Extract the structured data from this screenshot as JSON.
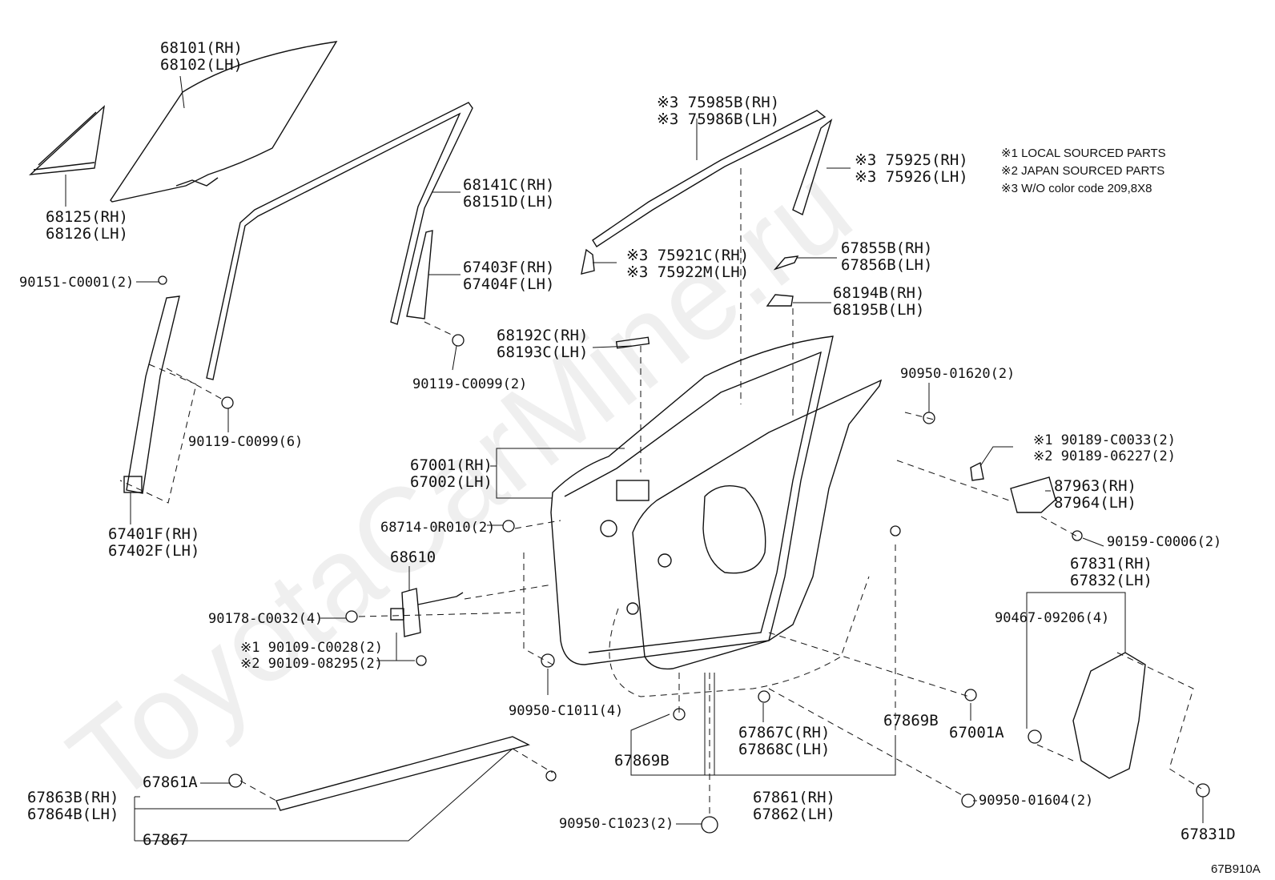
{
  "watermark": "ToyotaCarMine.ru",
  "diagram_code": "67B910A",
  "notes": [
    "※1 LOCAL SOURCED PARTS",
    "※2 JAPAN SOURCED PARTS",
    "※3 W/O color code 209,8X8"
  ],
  "labels": {
    "p68101": "68101(RH)",
    "p68102": "68102(LH)",
    "p68125": "68125(RH)",
    "p68126": "68126(LH)",
    "p90151": "90151-C0001(2)",
    "p68141": "68141C(RH)",
    "p68151": "68151D(LH)",
    "p67403": "67403F(RH)",
    "p67404": "67404F(LH)",
    "p90119a": "90119-C0099(2)",
    "p90119b": "90119-C0099(6)",
    "p67401": "67401F(RH)",
    "p67402": "67402F(LH)",
    "p75985": "※3 75985B(RH)",
    "p75986": "※3 75986B(LH)",
    "p75925": "※3 75925(RH)",
    "p75926": "※3 75926(LH)",
    "p75921": "※3 75921C(RH)",
    "p75922": "※3 75922M(LH)",
    "p67855": "67855B(RH)",
    "p67856": "67856B(LH)",
    "p68194": "68194B(RH)",
    "p68195": "68195B(LH)",
    "p68192": "68192C(RH)",
    "p68193": "68193C(LH)",
    "p90950a": "90950-01620(2)",
    "p67001": "67001(RH)",
    "p67002": "67002(LH)",
    "p90189a": "※1 90189-C0033(2)",
    "p90189b": "※2 90189-06227(2)",
    "p87963": "87963(RH)",
    "p87964": "87964(LH)",
    "p68714": "68714-0R010(2)",
    "p90159": "90159-C0006(2)",
    "p68610": "68610",
    "p67831": "67831(RH)",
    "p67832": "67832(LH)",
    "p90178": "90178-C0032(4)",
    "p90467": "90467-09206(4)",
    "p90109a": "※1 90109-C0028(2)",
    "p90109b": "※2 90109-08295(2)",
    "p90950b": "90950-C1011(4)",
    "p67869a": "67869B",
    "p67867c": "67867C(RH)",
    "p67868c": "67868C(LH)",
    "p67869b": "67869B",
    "p67001a": "67001A",
    "p67863": "67863B(RH)",
    "p67864": "67864B(LH)",
    "p67861a": "67861A",
    "p67867": "67867",
    "p67861": "67861(RH)",
    "p67862": "67862(LH)",
    "p90950c": "90950-C1023(2)",
    "p90950d": "90950-01604(2)",
    "p67831d": "67831D"
  }
}
